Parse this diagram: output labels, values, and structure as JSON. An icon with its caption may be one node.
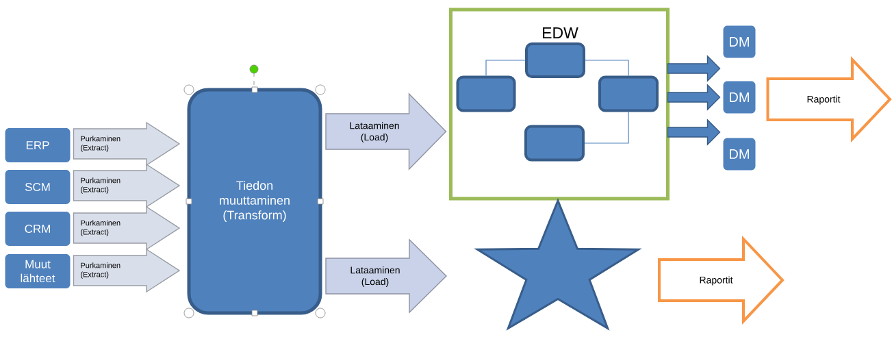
{
  "diagram": {
    "nodes": [
      {
        "text": [
          "ERP"
        ]
      },
      {
        "text": [
          "SCM"
        ]
      },
      {
        "text": [
          "CRM"
        ]
      },
      {
        "text": [
          "Muut lähteet"
        ]
      },
      {
        "text": [
          "Tiedon muuttaminen (Transform)"
        ]
      },
      {
        "text": [
          "EDW"
        ]
      },
      {
        "text": [],
        "shape": "box",
        "in": 5
      },
      {
        "text": [],
        "shape": "box",
        "in": 5
      },
      {
        "text": [],
        "shape": "box",
        "in": 5
      },
      {
        "text": [],
        "shape": "box",
        "in": 5
      },
      {
        "text": [],
        "shape": "star"
      },
      {
        "text": [
          "DM"
        ]
      },
      {
        "text": [
          "DM"
        ]
      },
      {
        "text": [
          "DM"
        ]
      }
    ],
    "edges": [
      {
        "from": 0,
        "to": 4,
        "arrow": "to",
        "label": "Purkaminen (Extract)",
        "style": "thick",
        "color": "#d9dfea"
      },
      {
        "from": 1,
        "to": 4,
        "arrow": "to",
        "label": "Purkaminen (Extract)",
        "style": "thick",
        "color": "#d9dfea"
      },
      {
        "from": 2,
        "to": 4,
        "arrow": "to",
        "label": "Purkaminen (Extract)",
        "style": "thick",
        "color": "#d9dfea"
      },
      {
        "from": 3,
        "to": 4,
        "arrow": "to",
        "label": "Purkaminen (Extract)",
        "style": "thick",
        "color": "#d9dfea"
      },
      {
        "from": 4,
        "to": 5,
        "arrow": "to",
        "label": "Lataaminen (Load)",
        "style": "thick",
        "color": "#c9d2e8"
      },
      {
        "from": 4,
        "to": 10,
        "arrow": "to",
        "label": "Lataaminen (Load)",
        "style": "thick",
        "color": "#c9d2e8"
      },
      {
        "from": 5,
        "to": 11,
        "arrow": "to",
        "style": "thick"
      },
      {
        "from": 5,
        "to": 12,
        "arrow": "to",
        "style": "thick"
      },
      {
        "from": 5,
        "to": 13,
        "arrow": "to",
        "style": "thick"
      },
      {
        "from": 12,
        "to": null,
        "arrow": "to",
        "label": "Raportit",
        "style": "thick",
        "color": "#f79646"
      },
      {
        "from": 10,
        "to": null,
        "arrow": "to",
        "label": "Raportit",
        "style": "thick",
        "color": "#f79646"
      },
      {
        "from": 7,
        "to": 6,
        "arrow": "none"
      },
      {
        "from": 7,
        "to": 9,
        "arrow": "none"
      },
      {
        "from": 9,
        "to": 8,
        "arrow": "none"
      }
    ]
  }
}
